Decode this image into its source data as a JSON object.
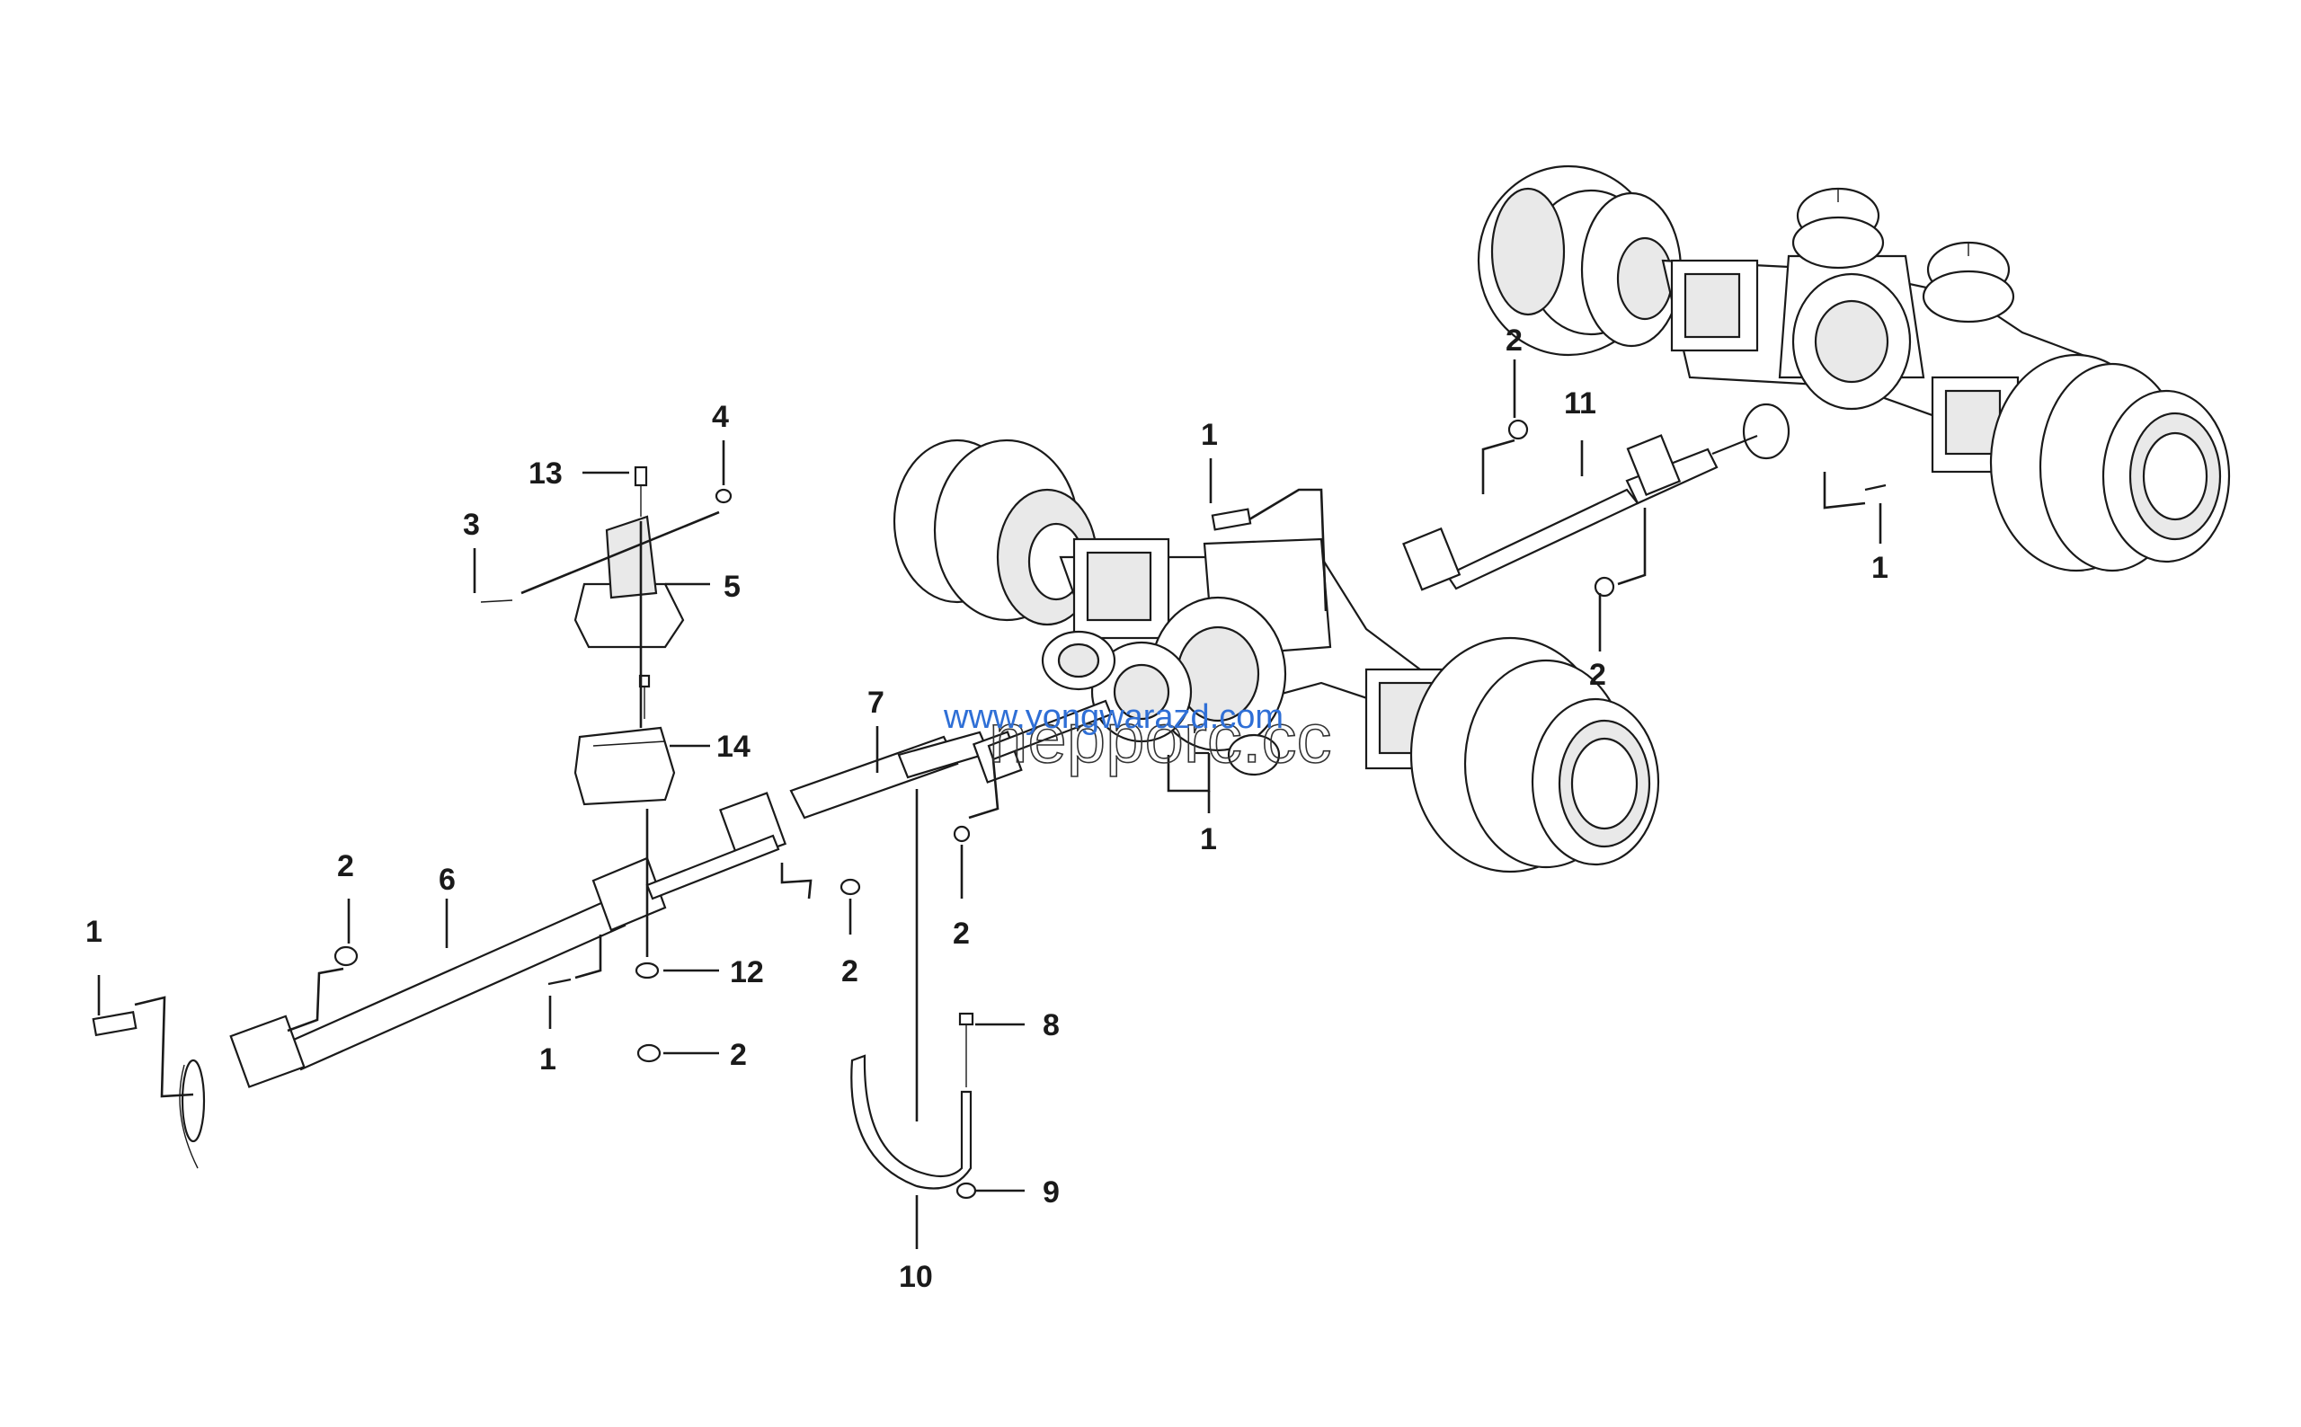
{
  "diagram": {
    "callouts": {
      "c1_left": "1",
      "c2_a": "2",
      "c6": "6",
      "c1_mid": "1",
      "c12": "12",
      "c2_b": "2",
      "c3": "3",
      "c13": "13",
      "c4": "4",
      "c5": "5",
      "c14": "14",
      "c7": "7",
      "c2_c": "2",
      "c2_d": "2",
      "c8": "8",
      "c9": "9",
      "c10": "10",
      "c1_top": "1",
      "c1_low": "1",
      "c2_e": "2",
      "c11": "11",
      "c1_right": "1",
      "c2_f": "2"
    },
    "watermark": {
      "url_text": "www.yongwarazd.com",
      "brand_text": "nepporc.cc"
    }
  }
}
